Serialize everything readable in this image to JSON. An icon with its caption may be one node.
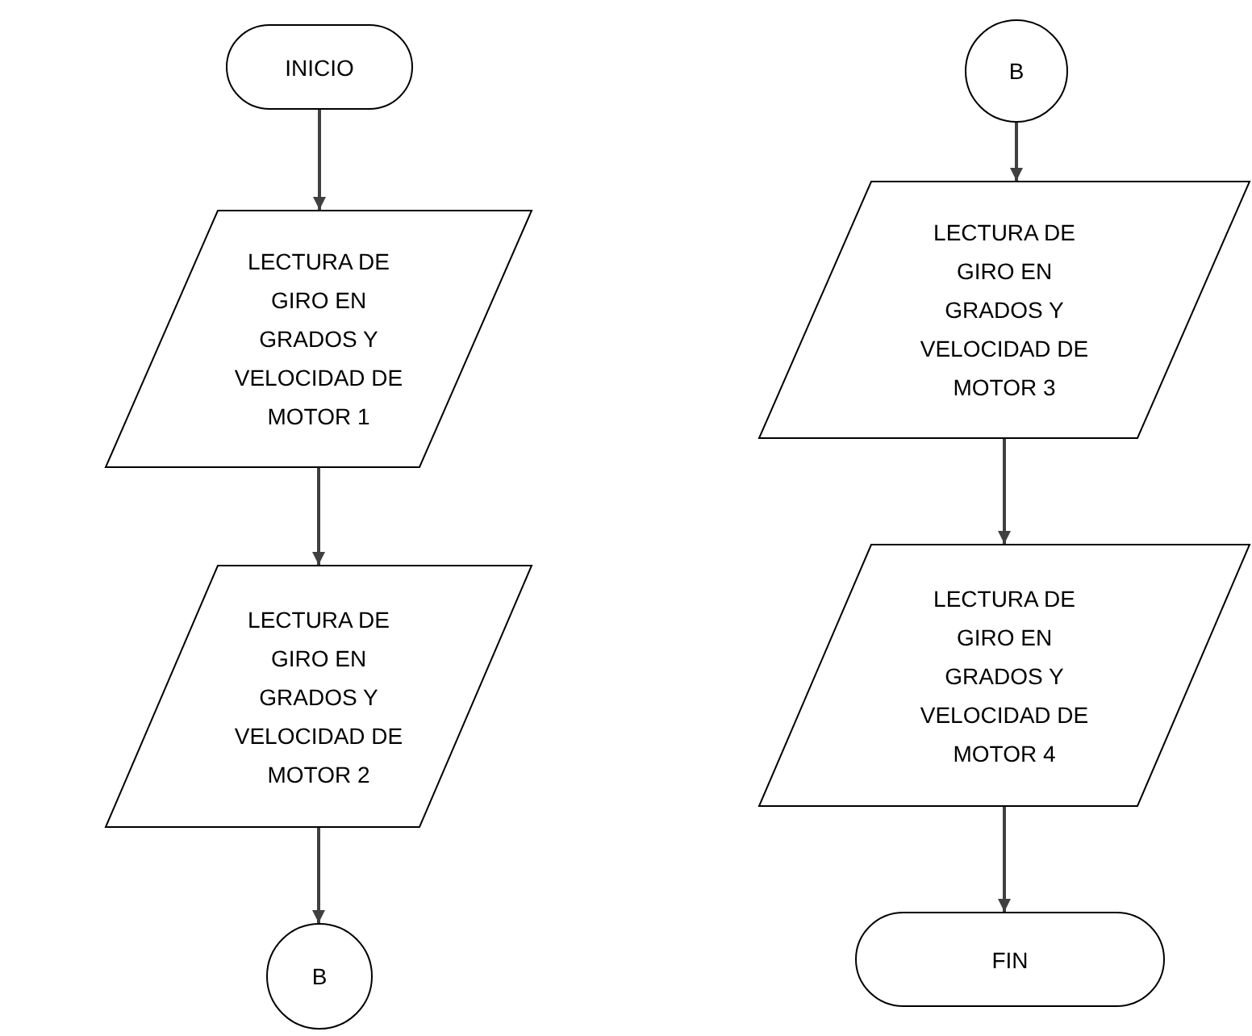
{
  "diagram": {
    "nodes": [
      {
        "text": [
          "INICIO"
        ]
      },
      {
        "text": [
          "LECTURA DE GIRO EN GRADOS Y VELOCIDAD DE MOTOR 1"
        ]
      },
      {
        "text": [
          "LECTURA DE GIRO EN GRADOS Y VELOCIDAD DE MOTOR 2"
        ]
      },
      {
        "text": [
          "B"
        ]
      },
      {
        "text": [
          "B"
        ]
      },
      {
        "text": [
          "LECTURA DE GIRO EN GRADOS Y VELOCIDAD DE MOTOR 3"
        ]
      },
      {
        "text": [
          "LECTURA DE GIRO EN GRADOS Y VELOCIDAD DE MOTOR 4"
        ]
      },
      {
        "text": [
          "FIN"
        ]
      }
    ],
    "edges": [
      {
        "from": 0,
        "to": 1,
        "arrow": "to"
      },
      {
        "from": 1,
        "to": 2,
        "arrow": "to"
      },
      {
        "from": 2,
        "to": 3,
        "arrow": "to"
      },
      {
        "from": 4,
        "to": 5,
        "arrow": "to"
      },
      {
        "from": 5,
        "to": 6,
        "arrow": "to"
      },
      {
        "from": 6,
        "to": 7,
        "arrow": "to"
      }
    ]
  }
}
